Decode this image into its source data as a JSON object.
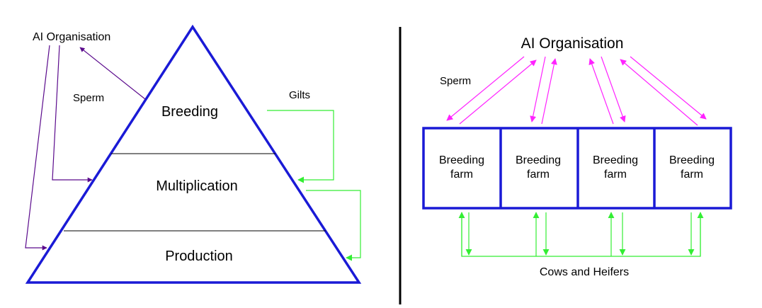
{
  "left_diagram": {
    "ai_label": "AI Organisation",
    "sperm_label": "Sperm",
    "gilts_label": "Gilts",
    "tiers": [
      "Breeding",
      "Multiplication",
      "Production"
    ]
  },
  "right_diagram": {
    "ai_label": "AI Organisation",
    "sperm_label": "Sperm",
    "farm_line1": "Breeding",
    "farm_line2": "farm",
    "farm_count": 4,
    "cows_label": "Cows and Heifers"
  },
  "colors": {
    "structure": "#1a1ad6",
    "sperm_left": "#5a0a8c",
    "sperm_right": "#ff22ff",
    "gilts": "#33ee33",
    "divider": "#000000"
  }
}
